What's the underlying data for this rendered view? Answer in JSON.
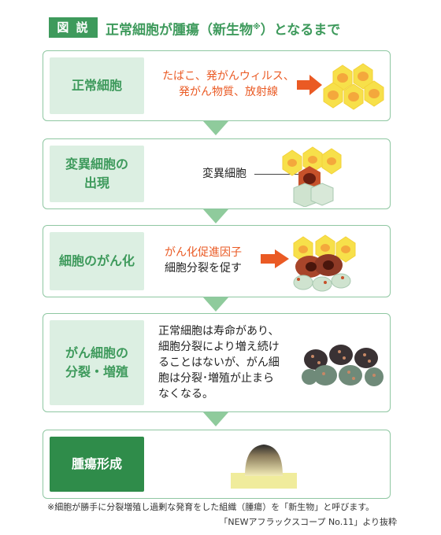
{
  "header": {
    "badge": "図 説",
    "title": "正常細胞が腫瘍（新生物",
    "title_mark": "※",
    "title_end": "）となるまで"
  },
  "steps": [
    {
      "label_l1": "正常細胞",
      "label_l2": "",
      "text_l1": "たばこ、発がんウィルス、",
      "text_l2": "発がん物質、放射線"
    },
    {
      "label_l1": "変異細胞の",
      "label_l2": "出現",
      "text": "変異細胞"
    },
    {
      "label_l1": "細胞のがん化",
      "label_l2": "",
      "text_l1": "がん化促進因子",
      "text_l2": "細胞分裂を促す"
    },
    {
      "label_l1": "がん細胞の",
      "label_l2": "分裂・増殖",
      "text_lines": [
        "正常細胞は寿命があり、",
        "細胞分裂により増え続け",
        "ることはないが、がん細",
        "胞は分裂･増殖が止まら",
        "なくなる。"
      ]
    },
    {
      "label_l1": "腫瘍形成",
      "label_l2": ""
    }
  ],
  "footnote": "※細胞が勝手に分裂増殖し過剰な発育をした組織（腫瘍）を「新生物」と呼びます。",
  "source": "「NEWアフラックスコープ No.11」より抜粋",
  "colors": {
    "accent_green": "#3e9a5c",
    "label_bg": "#dcefe2",
    "arrow_green": "#8fcb9c",
    "orange": "#ea5a24",
    "cell_yellow": "#f7e04a",
    "cell_orange": "#f4a83c"
  }
}
